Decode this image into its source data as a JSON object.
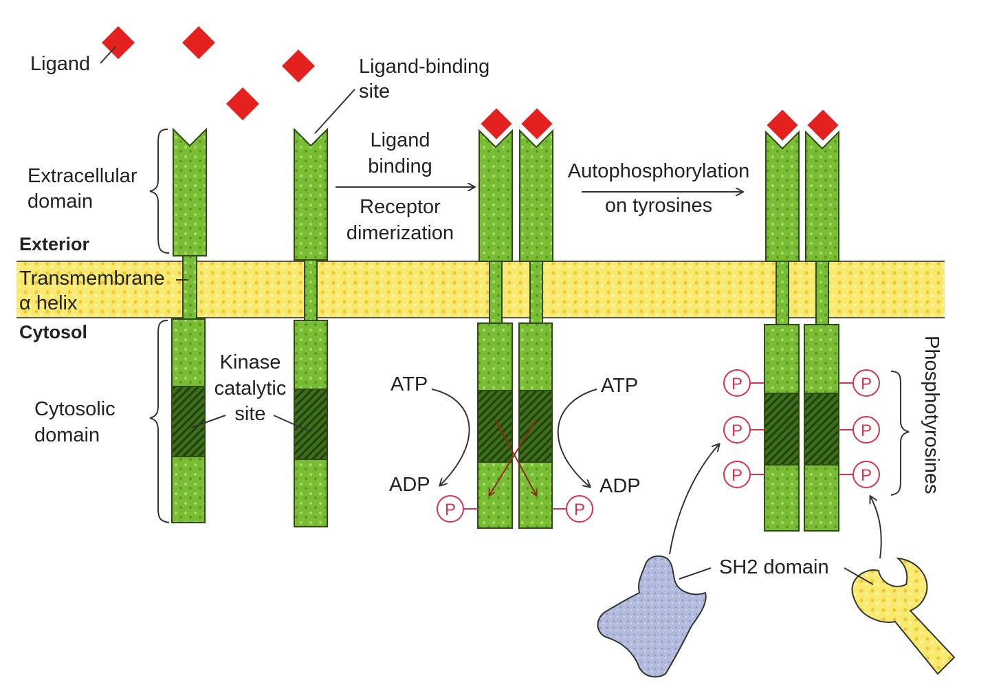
{
  "labels": {
    "ligand": "Ligand",
    "ligand_binding_site_1": "Ligand-binding",
    "ligand_binding_site_2": "site",
    "extracellular_1": "Extracellular",
    "extracellular_2": "domain",
    "exterior": "Exterior",
    "transmembrane_1": "Transmembrane",
    "transmembrane_2": "α helix",
    "cytosol": "Cytosol",
    "cytosolic_1": "Cytosolic",
    "cytosolic_2": "domain",
    "kinase_1": "Kinase",
    "kinase_2": "catalytic",
    "kinase_3": "site",
    "step1_top_1": "Ligand",
    "step1_top_2": "binding",
    "step1_bottom_1": "Receptor",
    "step1_bottom_2": "dimerization",
    "step2_top": "Autophosphorylation",
    "step2_bottom": "on tyrosines",
    "atp_left": "ATP",
    "atp_right": "ATP",
    "adp_left": "ADP",
    "adp_right": "ADP",
    "phospho_symbol": "P",
    "phosphotyrosines": "Phosphotyrosines",
    "sh2_domain": "SH2 domain"
  },
  "colors": {
    "ligand": "#e3221f",
    "receptor_green": "#6fb52c",
    "receptor_dark": "#2f5f12",
    "membrane_yellow": "#f6e86a",
    "phosphate_red": "#d8324a",
    "sh2_blue": "#aab2d6",
    "sh2_yellow": "#f0de52"
  }
}
